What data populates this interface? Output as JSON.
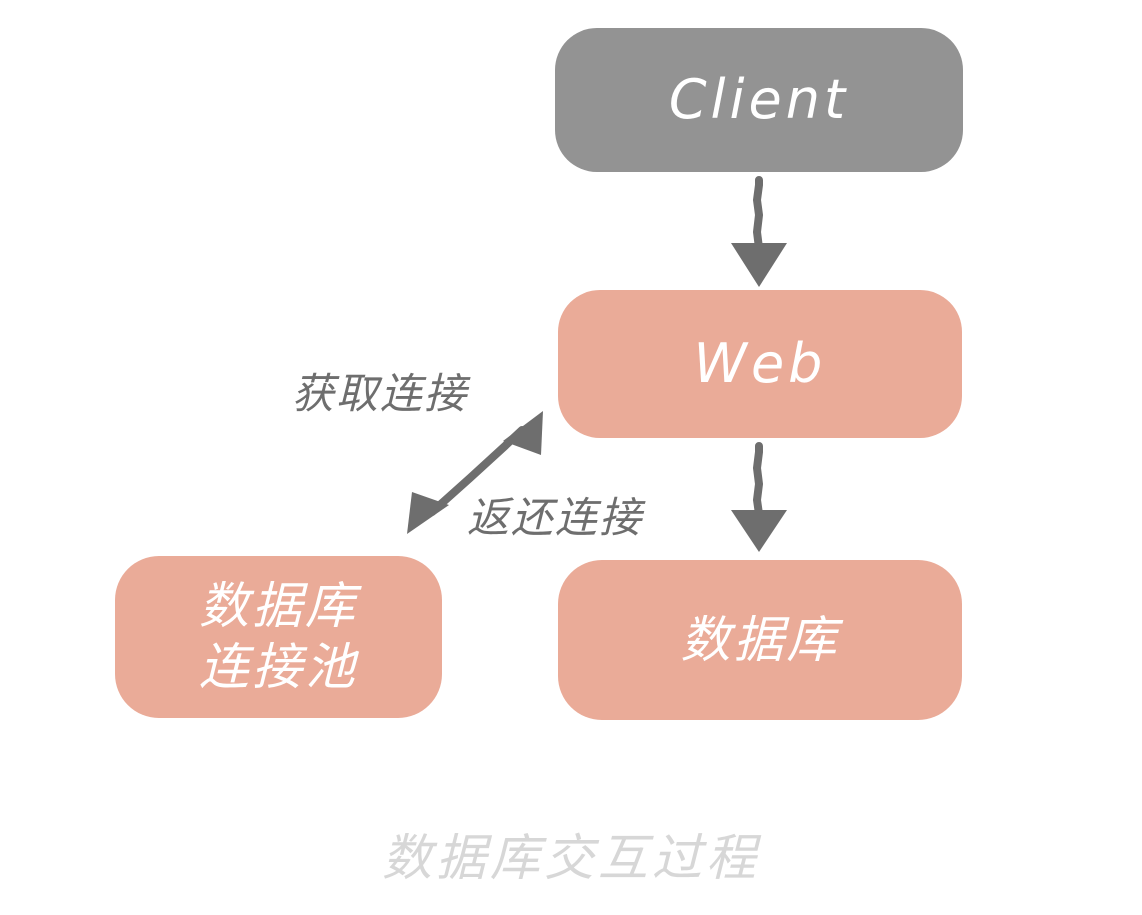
{
  "diagram": {
    "caption": "数据库交互过程",
    "colors": {
      "background": "#ffffff",
      "client_fill": "#939393",
      "salmon_fill": "#eaab98",
      "node_text": "#ffffff",
      "label_text": "#6e6e6e",
      "arrow_stroke": "#6e6e6e",
      "caption_text": "#d7d7d7"
    },
    "nodes": [
      {
        "id": "client",
        "label": "Client",
        "fill": "#939393"
      },
      {
        "id": "web",
        "label": "Web",
        "fill": "#eaab98"
      },
      {
        "id": "pool",
        "label_line1": "数据库",
        "label_line2": "连接池",
        "fill": "#eaab98"
      },
      {
        "id": "database",
        "label": "数据库",
        "fill": "#eaab98"
      }
    ],
    "edges": [
      {
        "id": "client-to-web",
        "from": "client",
        "to": "web",
        "label": "",
        "direction": "down"
      },
      {
        "id": "web-to-database",
        "from": "web",
        "to": "database",
        "label": "",
        "direction": "down"
      },
      {
        "id": "web-pool-acquire",
        "from": "pool",
        "to": "web",
        "label": "获取连接",
        "direction": "bidirectional"
      },
      {
        "id": "web-pool-return",
        "from": "web",
        "to": "pool",
        "label": "返还连接",
        "direction": "bidirectional"
      }
    ]
  }
}
